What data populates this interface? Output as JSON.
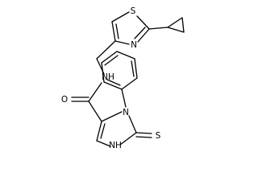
{
  "atoms": {
    "s_thiazole": "S",
    "n_thiazole": "N",
    "n_amide": "NH",
    "o_carbonyl": "O",
    "n_imidazole_3": "N",
    "n_imidazole_1": "NH",
    "h_imidazole_1": "H",
    "s_thione": "S"
  }
}
